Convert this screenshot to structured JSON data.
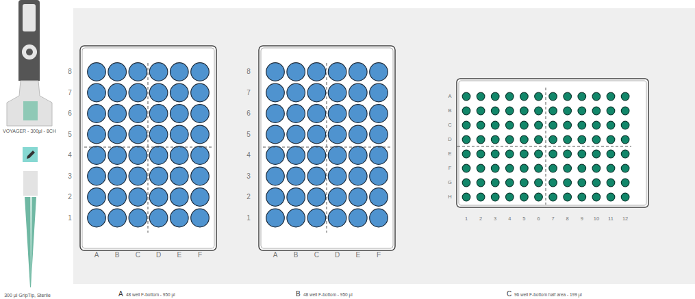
{
  "diagram": {
    "labels": [
      "VOYAGER - 300µl - 8CH",
      "300 µl GripTip, Sterile",
      "8",
      "7",
      "6",
      "5",
      "4",
      "3",
      "2",
      "1",
      "A",
      "B",
      "C",
      "D",
      "E",
      "F",
      "8",
      "7",
      "6",
      "5",
      "4",
      "3",
      "2",
      "1",
      "A",
      "B",
      "C",
      "D",
      "E",
      "F",
      "A",
      "B",
      "C",
      "D",
      "E",
      "F",
      "G",
      "H",
      "1",
      "2",
      "3",
      "4",
      "5",
      "6",
      "7",
      "8",
      "9",
      "10",
      "11",
      "12",
      "A",
      "48 well F-bottom - 950 µl",
      "B",
      "48 well F-bottom - 950 µl",
      "C",
      "96 well F-bottom half area - 199 µl"
    ]
  }
}
